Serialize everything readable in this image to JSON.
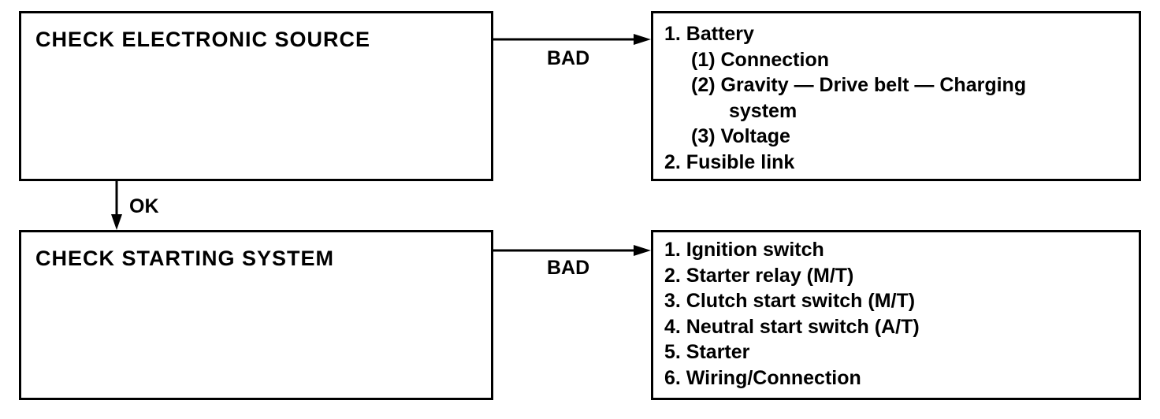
{
  "source_check": {
    "title": "CHECK ELECTRONIC SOURCE",
    "bad_label": "BAD",
    "ok_label": "OK",
    "causes": [
      {
        "text": "1. Battery",
        "level": 0
      },
      {
        "text": "(1) Connection",
        "level": 1
      },
      {
        "text": "(2) Gravity — Drive belt — Charging",
        "cont": "system",
        "level": 1
      },
      {
        "text": "(3) Voltage",
        "level": 1
      },
      {
        "text": "2. Fusible link",
        "level": 0
      }
    ]
  },
  "starting_check": {
    "title": "CHECK STARTING SYSTEM",
    "bad_label": "BAD",
    "causes": [
      "1. Ignition switch",
      "2. Starter relay (M/T)",
      "3. Clutch start switch (M/T)",
      "4. Neutral start switch (A/T)",
      "5. Starter",
      "6. Wiring/Connection"
    ]
  }
}
